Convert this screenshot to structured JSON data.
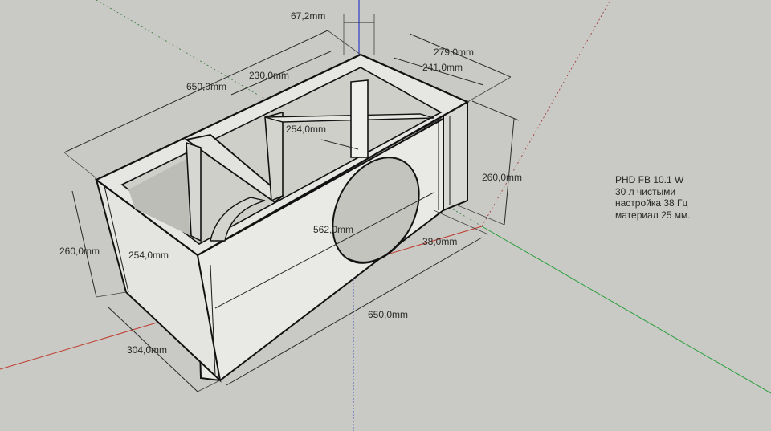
{
  "drawing": {
    "dimensions": {
      "top_offset": "67,2mm",
      "overall_depth_top": "279,0mm",
      "inner_depth_top": "241,0mm",
      "overall_length_top": "650,0mm",
      "chamber_length": "230,0mm",
      "partition_height": "254,0mm",
      "height_right": "260,0mm",
      "height_left": "260,0mm",
      "inner_height_left": "254,0mm",
      "inner_length": "562,0mm",
      "panel_thickness": "38,0mm",
      "overall_length_bottom": "650,0mm",
      "overall_depth_bottom": "304,0mm"
    },
    "axes": {
      "red_axis_color": "#c0392b",
      "green_axis_color": "#27a03a",
      "blue_axis_color": "#2e3cc4"
    },
    "colors": {
      "background": "#c9c9c5",
      "face_light": "#e9e9e5",
      "face_mid": "#d8d8d4",
      "face_dark": "#bdbdb8",
      "edge": "#111111"
    }
  },
  "note": {
    "line1": "PHD FB 10.1 W",
    "line2": "30 л чистыми",
    "line3": "настройка 38 Гц",
    "line4": "материал 25 мм."
  }
}
